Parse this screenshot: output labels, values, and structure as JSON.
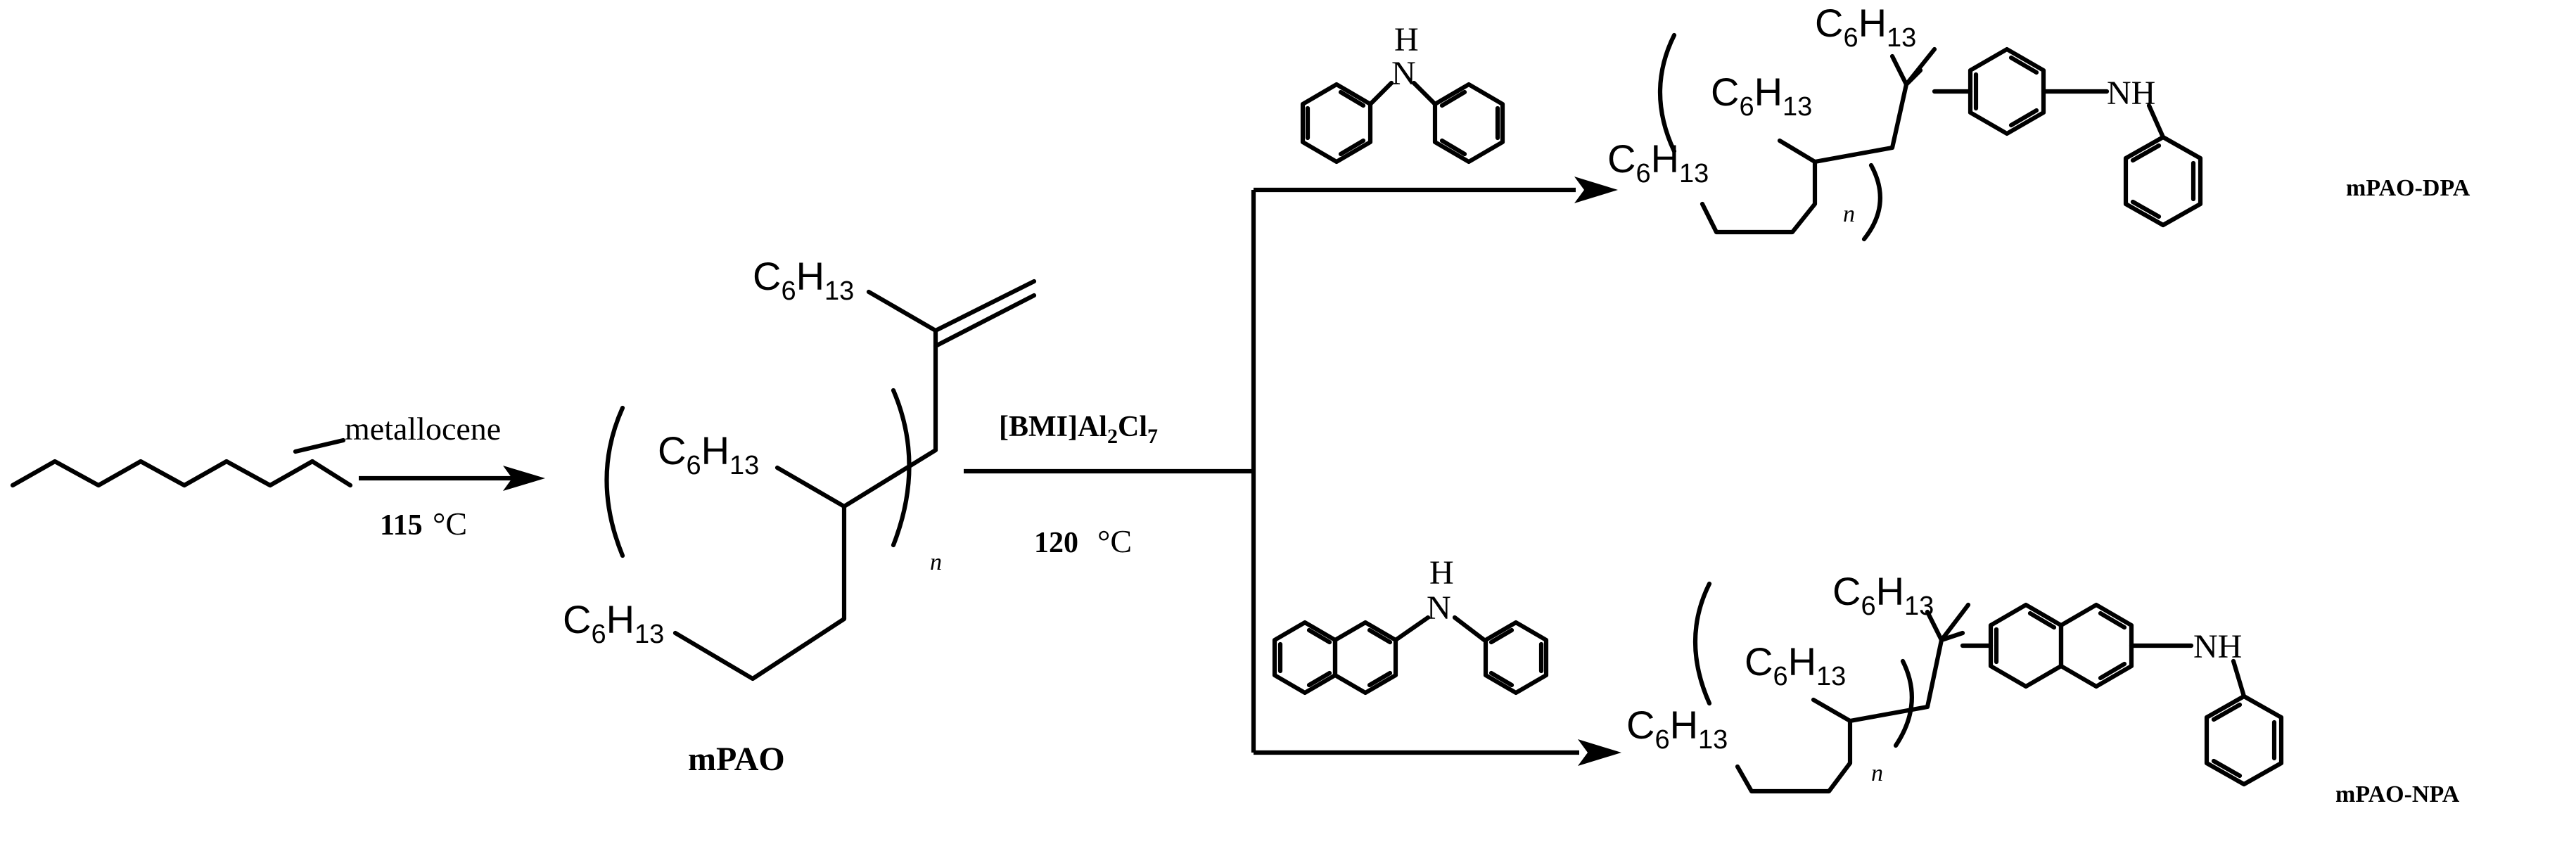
{
  "reagents": {
    "catalyst": "metallocene",
    "temp1_value": "115",
    "temp1_unit": "°C",
    "ionic_liquid_a": "[BMI]Al",
    "ionic_liquid_b": "2",
    "ionic_liquid_c": "Cl",
    "ionic_liquid_d": "7",
    "temp2_value": "120",
    "temp2_unit": "°C"
  },
  "substituent": {
    "main": "C",
    "sub1": "6",
    "mid": "H",
    "sub2": "13"
  },
  "repeat_index": "n",
  "amine_label": "NH",
  "amine_h": "H",
  "amine_n": "N",
  "products": {
    "intermediate": "mPAO",
    "dpa_product": "mPAO-DPA",
    "npa_product": "mPAO-NPA"
  }
}
